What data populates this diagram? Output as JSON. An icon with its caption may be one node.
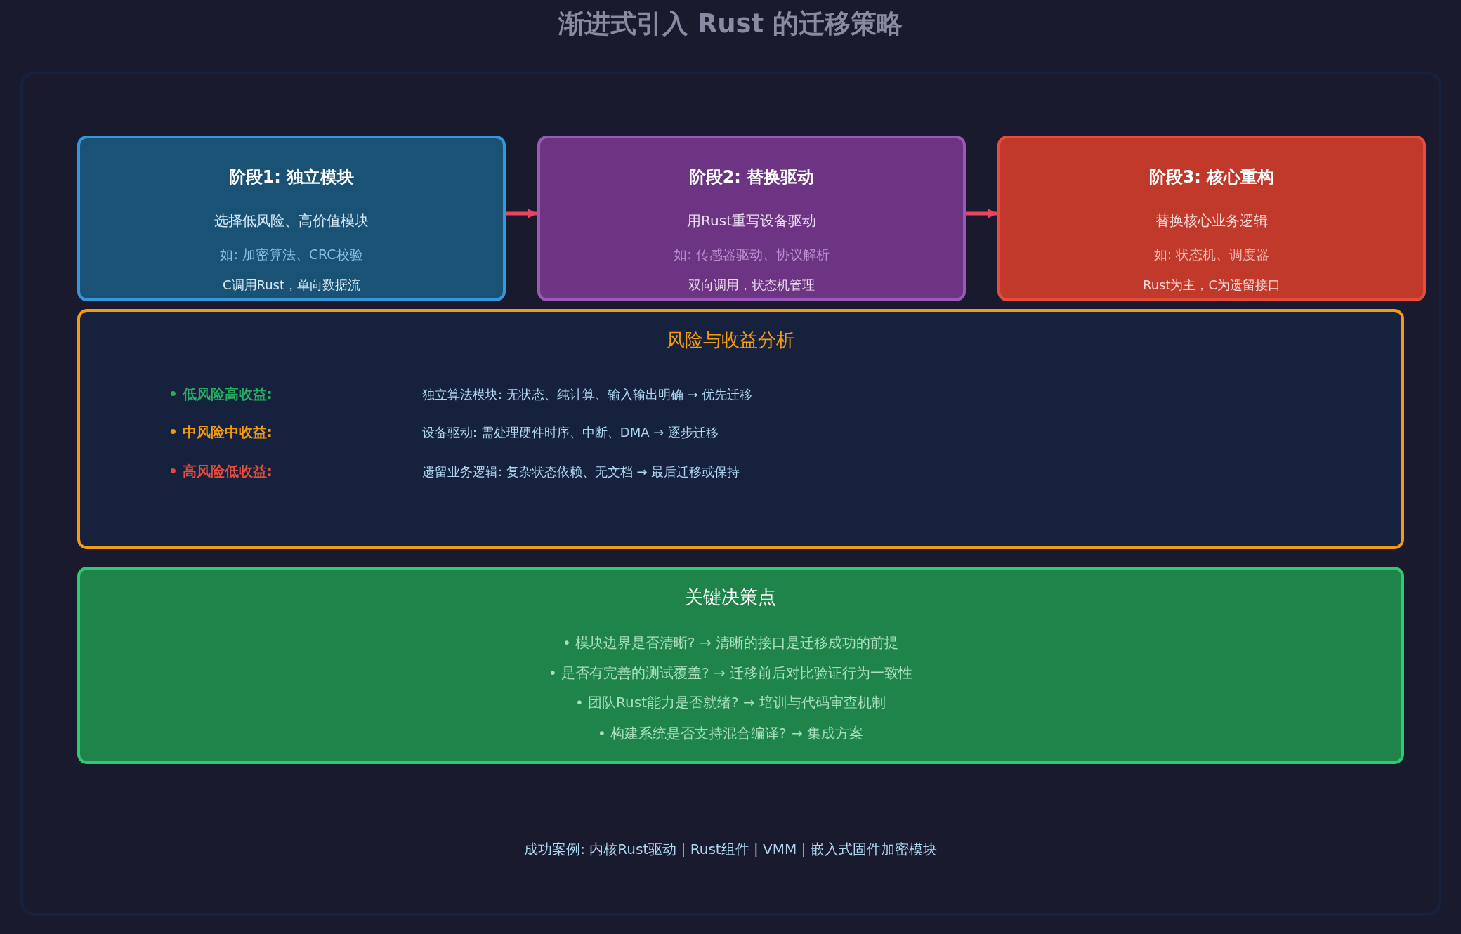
{
  "diagram": {
    "title": "渐进式引入 Rust 的迁移策略",
    "nodes": [
      {
        "text": [],
        "shape": "box"
      },
      {
        "text": [
          "阶段1: 独立模块",
          "选择低风险、高价值模块",
          "如: 加密算法、CRC校验",
          "C调用Rust，单向数据流"
        ],
        "in": 0
      },
      {
        "text": [
          "阶段2: 替换驱动",
          "用Rust重写设备驱动",
          "如: 传感器驱动、协议解析",
          "双向调用，状态机管理"
        ],
        "in": 0
      },
      {
        "text": [
          "阶段3: 核心重构",
          "替换核心业务逻辑",
          "如: 状态机、调度器",
          "Rust为主，C为遗留接口"
        ],
        "in": 0
      },
      {
        "text": [
          "风险与收益分析",
          "• 低风险高收益:",
          "独立算法模块: 无状态、纯计算、输入输出明确 → 优先迁移",
          "• 中风险中收益:",
          "设备驱动: 需处理硬件时序、中断、DMA → 逐步迁移",
          "• 高风险低收益:",
          "遗留业务逻辑: 复杂状态依赖、无文档 → 最后迁移或保持"
        ],
        "in": 0
      },
      {
        "text": [
          "关键决策点",
          "• 模块边界是否清晰? → 清晰的接口是迁移成功的前提",
          "• 是否有完善的测试覆盖? → 迁移前后对比验证行为一致性",
          "• 团队Rust能力是否就绪? → 培训与代码审查机制",
          "• 构建系统是否支持混合编译? → 集成方案"
        ],
        "in": 0
      }
    ],
    "edges": [
      {
        "from": 1,
        "to": 2,
        "arrow": "to"
      },
      {
        "from": 2,
        "to": 3,
        "arrow": "to"
      }
    ],
    "labels": [
      "成功案例: 内核Rust驱动 | Rust组件 | VMM | 嵌入式固件加密模块"
    ]
  }
}
